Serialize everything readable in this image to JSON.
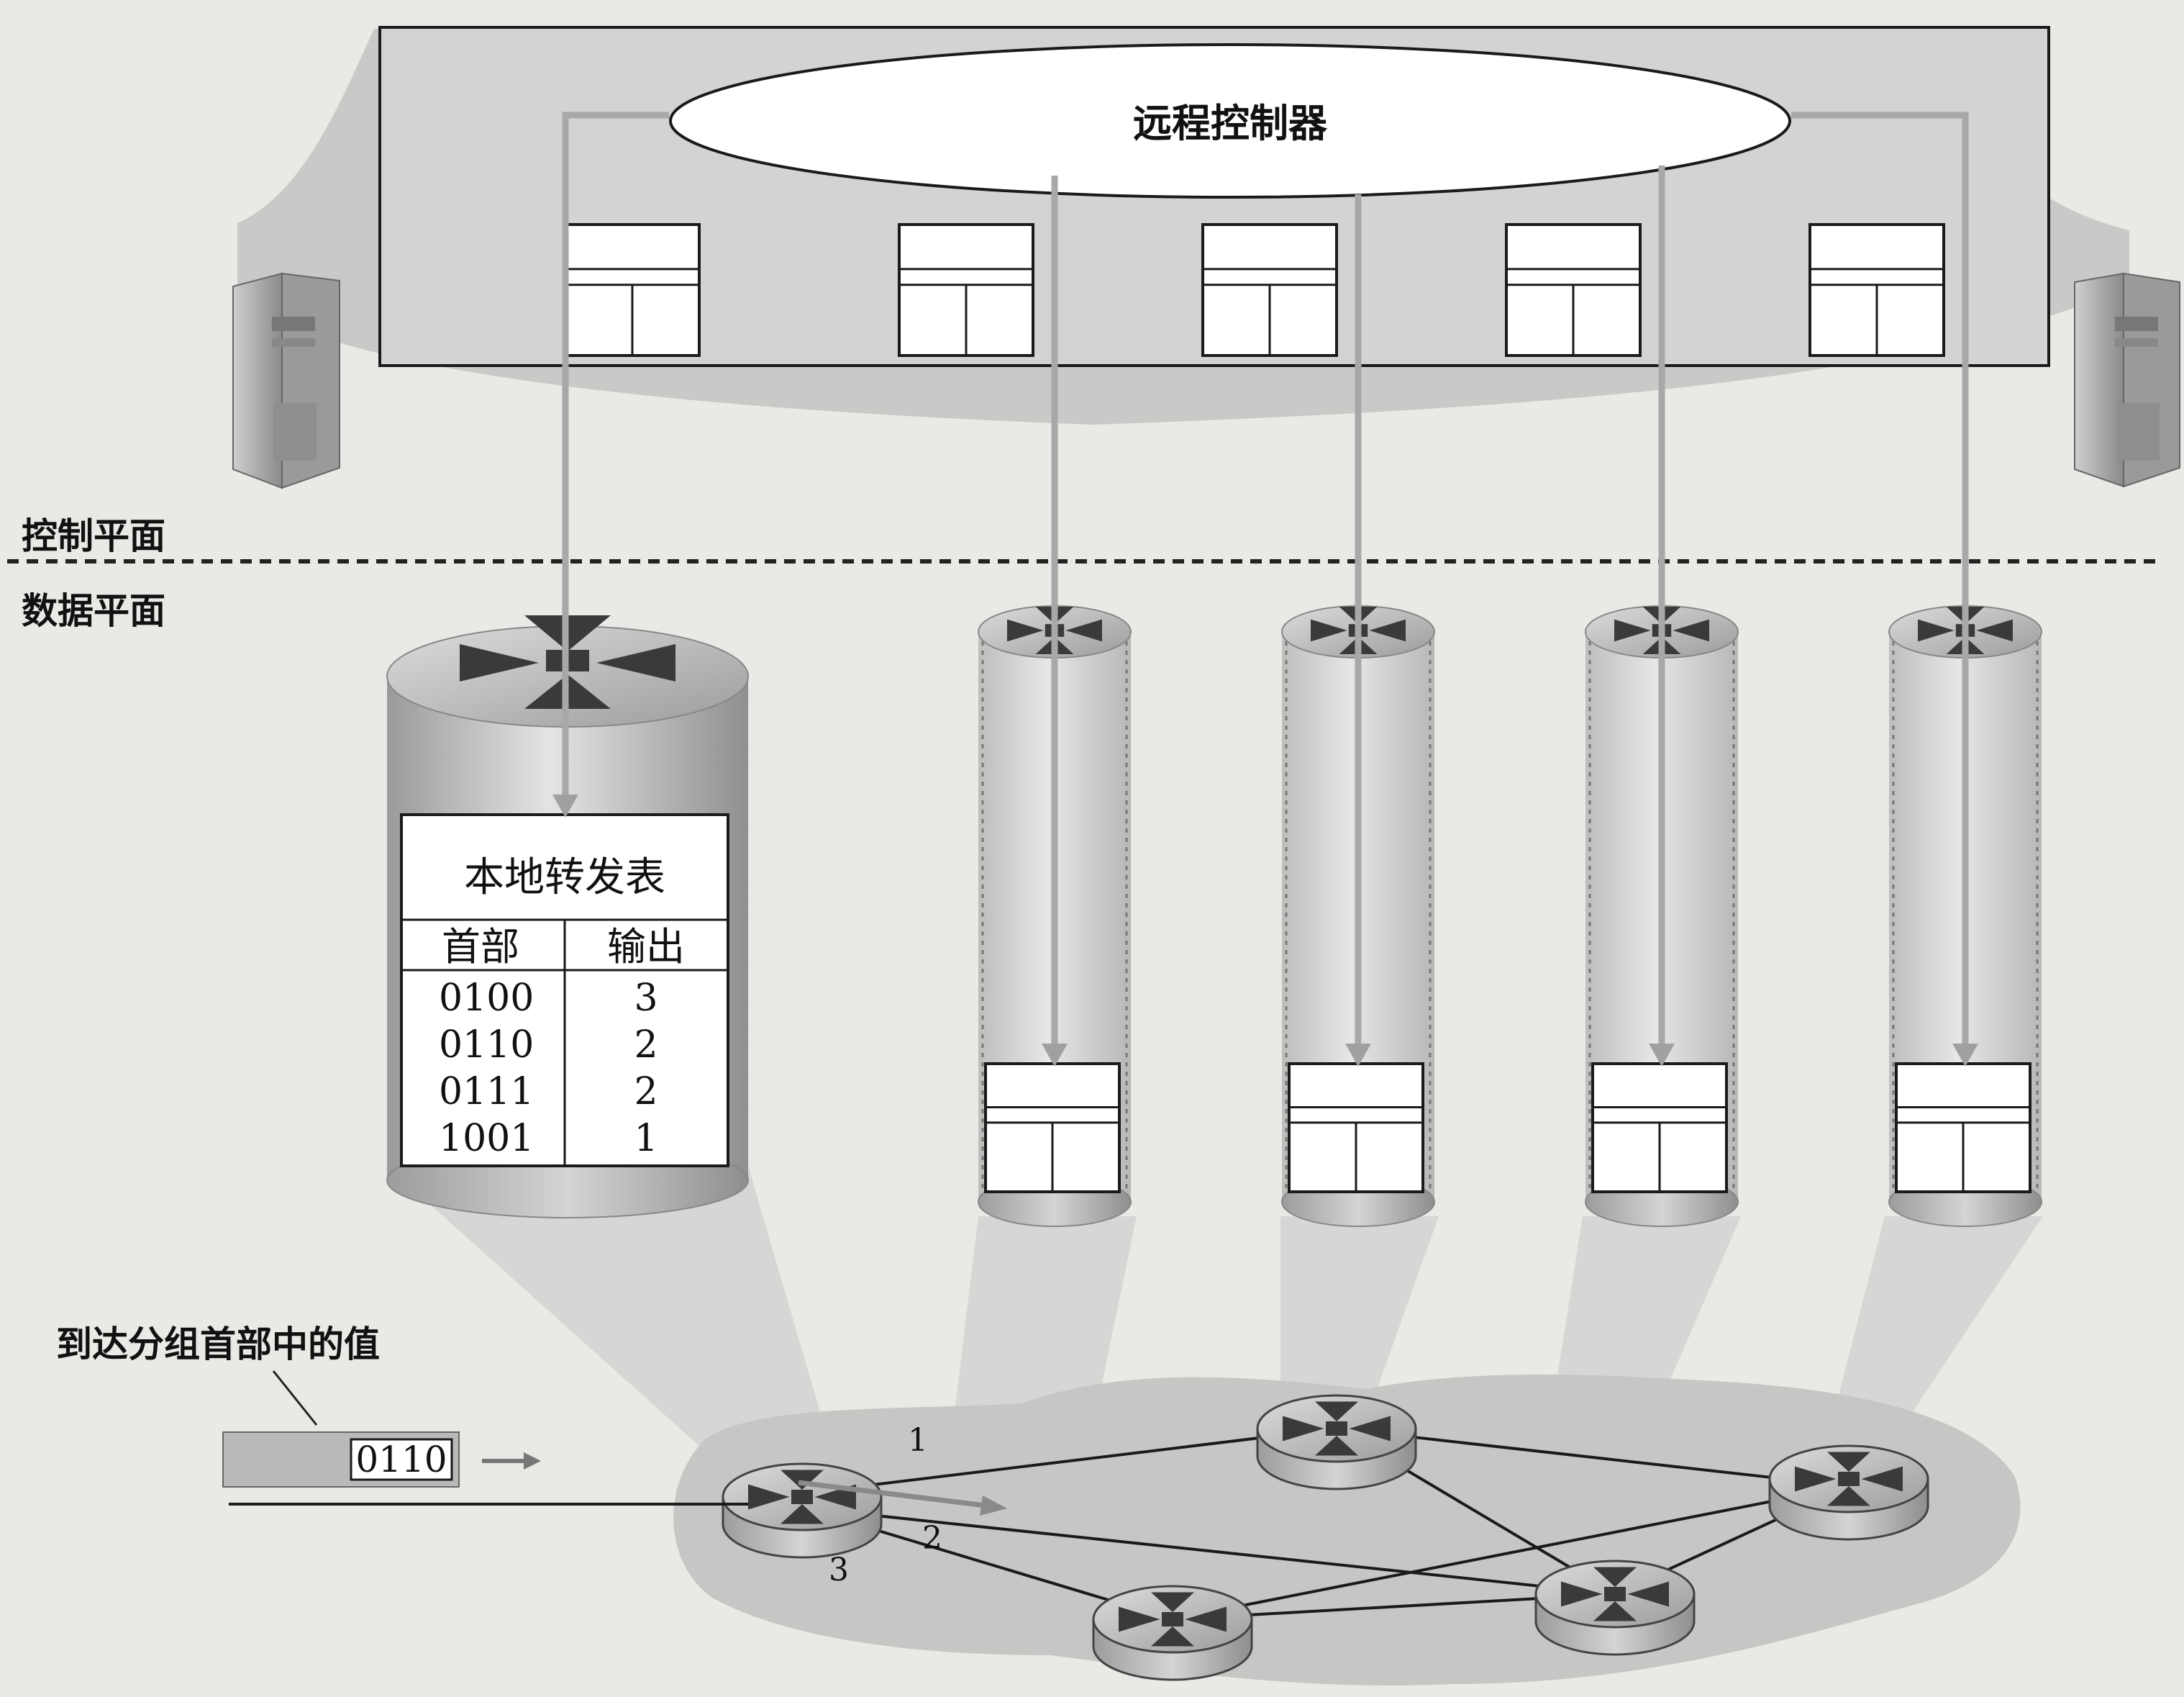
{
  "controller": {
    "label": "远程控制器"
  },
  "planes": {
    "control": "控制平面",
    "data": "数据平面"
  },
  "local_table": {
    "title": "本地转发表",
    "headers": [
      "首部",
      "输出"
    ],
    "rows": [
      [
        "0100",
        "3"
      ],
      [
        "0110",
        "2"
      ],
      [
        "0111",
        "2"
      ],
      [
        "1001",
        "1"
      ]
    ]
  },
  "packet": {
    "caption": "到达分组首部中的值",
    "value": "0110"
  },
  "ports": [
    "1",
    "2",
    "3"
  ],
  "colors": {
    "background": "#e9e9e6",
    "line": "#1a1a1a",
    "arrow": "#a8a8a8",
    "shadow": "#c4c4c2"
  }
}
